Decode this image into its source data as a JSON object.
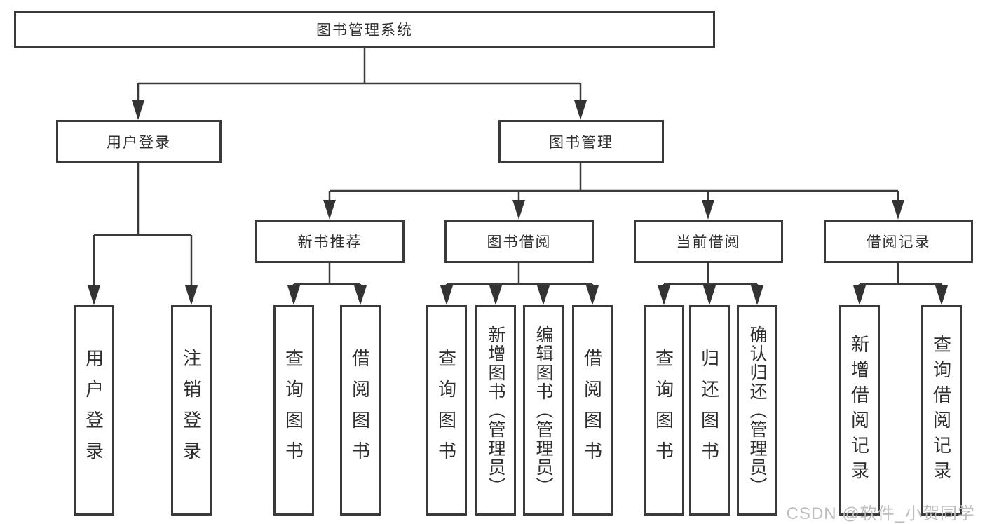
{
  "diagram": {
    "root": {
      "label": "图书管理系统"
    },
    "nodes": {
      "user_login": {
        "label": "用户登录"
      },
      "book_mgmt": {
        "label": "图书管理"
      },
      "new_book_rec": {
        "label": "新书推荐"
      },
      "book_borrow": {
        "label": "图书借阅"
      },
      "current_borrow": {
        "label": "当前借阅"
      },
      "borrow_record": {
        "label": "借阅记录"
      }
    },
    "leaves": {
      "user_login": [
        "用户登录",
        "注销登录"
      ],
      "new_book_rec": [
        "查询图书",
        "借阅图书"
      ],
      "book_borrow": [
        "查询图书",
        "新增图书（管理员）",
        "编辑图书（管理员）",
        "借阅图书"
      ],
      "current_borrow": [
        "查询图书",
        "归还图书",
        "确认归还（管理员）"
      ],
      "borrow_record": [
        "新增借阅记录",
        "查询借阅记录"
      ]
    }
  },
  "watermark": {
    "text": "CSDN @软件_小贺同学"
  },
  "colors": {
    "line": "#3a3a3a",
    "text": "#2e2e2e",
    "watermark": "#bdbdbd",
    "background": "#ffffff"
  }
}
